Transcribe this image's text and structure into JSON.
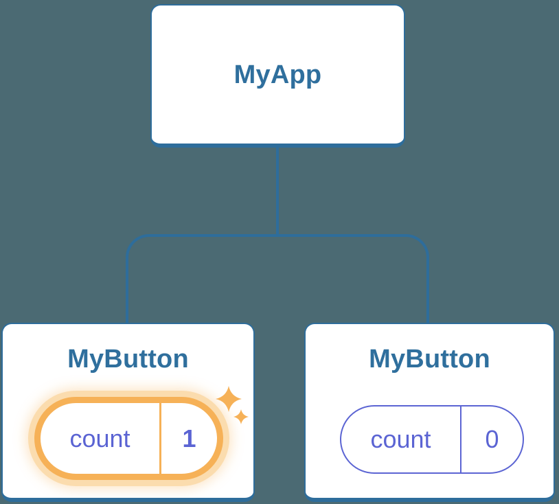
{
  "colors": {
    "background": "#4b6a73",
    "line_blue": "#2e6d9b",
    "title_blue": "#2f6f9d",
    "purple": "#5b64d3",
    "orange": "#f6b157",
    "orange_glow": "#fbdcae",
    "box_fill": "#ffffff"
  },
  "tree": {
    "root": {
      "title": "MyApp"
    },
    "children": [
      {
        "title": "MyButton",
        "state": {
          "label": "count",
          "value": "1"
        },
        "highlighted": true
      },
      {
        "title": "MyButton",
        "state": {
          "label": "count",
          "value": "0"
        },
        "highlighted": false
      }
    ]
  }
}
